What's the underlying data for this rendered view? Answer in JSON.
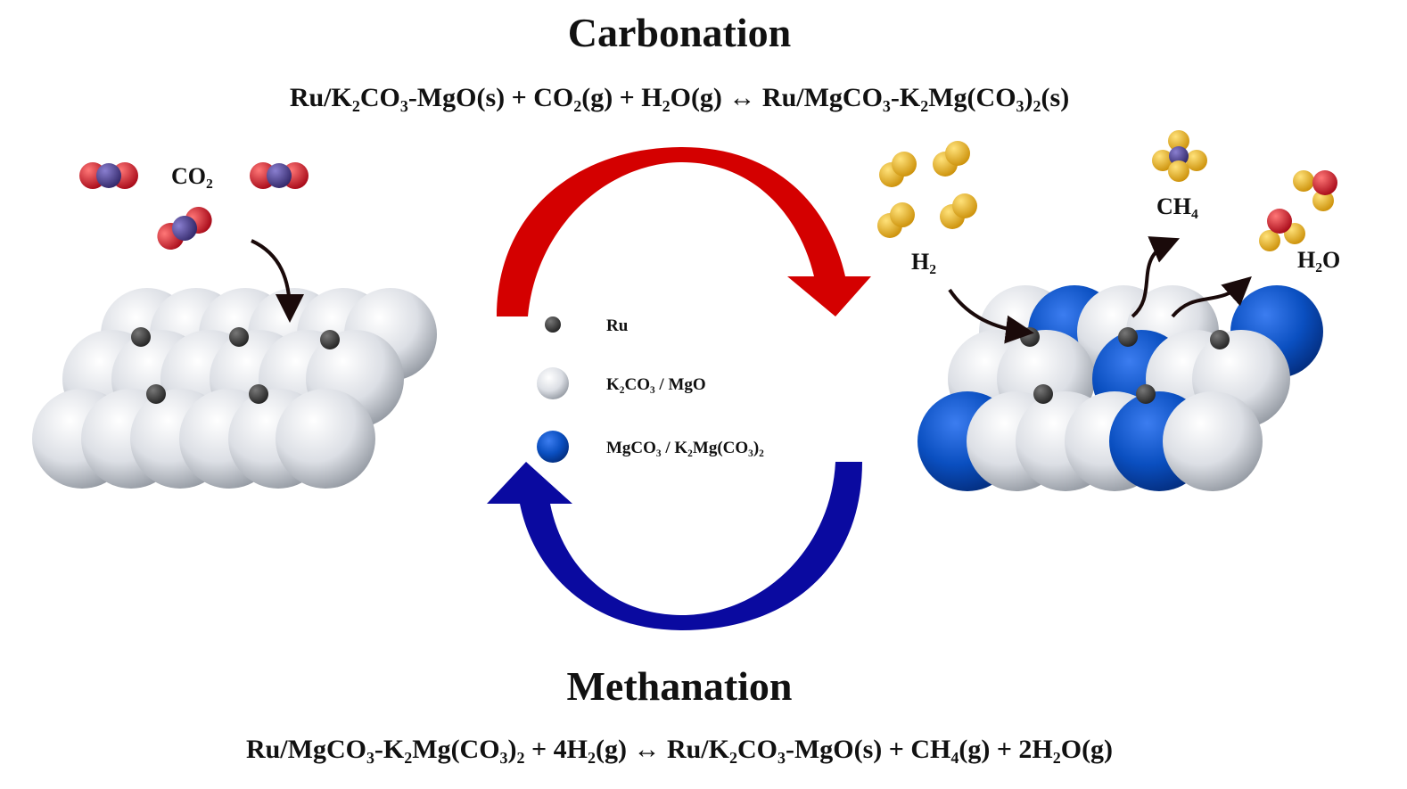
{
  "carbonation": {
    "title": "Carbonation",
    "equation": "Ru/K₂CO₃-MgO(s) + CO₂(g) + H₂O(g) ↔ Ru/MgCO₃-K₂Mg(CO₃)₂(s)"
  },
  "methanation": {
    "title": "Methanation",
    "equation": "Ru/MgCO₃-K₂Mg(CO₃)₂ + 4H₂(g) ↔ Ru/K₂CO₃-MgO(s) + CH₄(g) + 2H₂O(g)"
  },
  "molecules": {
    "co2": "CO₂",
    "h2": "H₂",
    "ch4": "CH₄",
    "h2o": "H₂O"
  },
  "legend": {
    "ru": "Ru",
    "support": "K₂CO₃ / MgO",
    "carbonate": "MgCO₃ / K₂Mg(CO₃)₂"
  },
  "colors": {
    "carbonation_arrow": "#d40000",
    "methanation_arrow": "#0a0aa0",
    "carbonate_sphere": "#0a4fc0",
    "support_sphere": "#dfe2e8"
  }
}
